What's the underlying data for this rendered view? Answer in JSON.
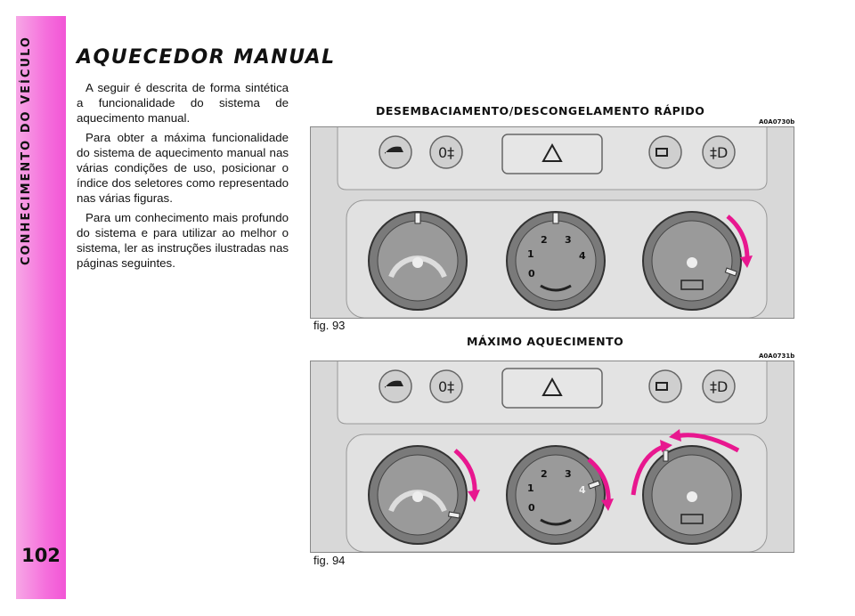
{
  "sidebar": {
    "section_title": "CONHECIMENTO DO VEÍCULO",
    "page_number": "102"
  },
  "main": {
    "title": "AQUECEDOR MANUAL",
    "paragraphs": [
      "A seguir é descrita de forma sintética a funcionalidade do sistema de aquecimento manual.",
      "Para obter a máxima funcionalidade do sistema de aquecimento manual nas várias condições de uso, posicionar o índice dos seletores como representado nas várias figuras.",
      "Para um conhecimento mais profundo do sistema e para utilizar ao melhor o sistema, ler as instruções ilustradas nas páginas seguintes."
    ]
  },
  "figures": [
    {
      "caption": "DESEMBACIAMENTO/DESCONGELAMENTO RÁPIDO",
      "code": "A0A0730b",
      "label": "fig. 93"
    },
    {
      "caption": "MÁXIMO AQUECIMENTO",
      "code": "A0A0731b",
      "label": "fig. 94"
    }
  ],
  "fan_knob": {
    "marks": [
      "0",
      "1",
      "2",
      "3",
      "4"
    ]
  },
  "colors": {
    "accent_magenta": "#e8178f",
    "sidebar_pink": "#f56fdc"
  }
}
